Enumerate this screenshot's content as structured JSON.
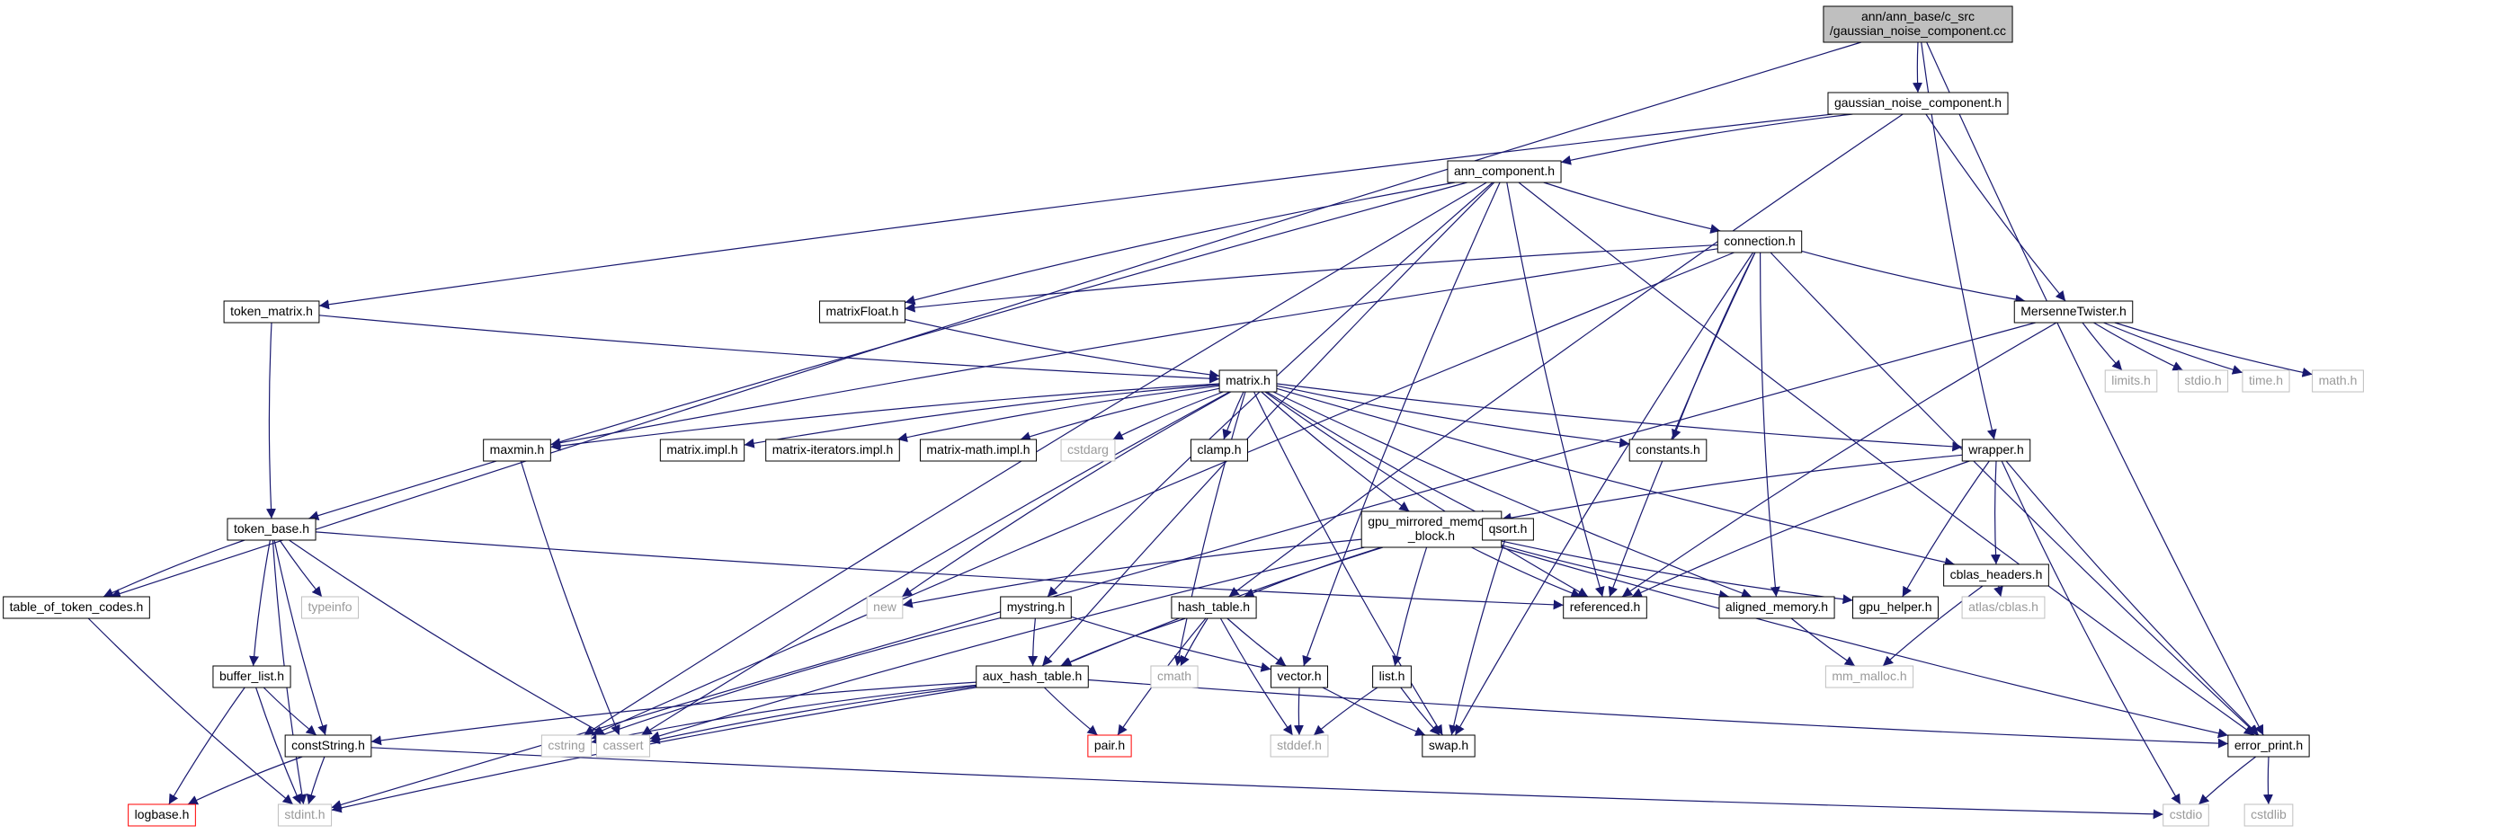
{
  "graph": {
    "colors": {
      "edge": "#191970",
      "node_border": "#000000",
      "node_border_external": "#bfbfbf",
      "node_border_missing": "#ff0000",
      "node_fill": "#ffffff",
      "node_fill_root": "#bfbfbf",
      "text": "#000000",
      "text_external": "#9a9a9a"
    },
    "nodes": [
      {
        "id": "root",
        "lines": [
          "ann/ann_base/c_src",
          "/gaussian_noise_component.cc"
        ],
        "kind": "root"
      },
      {
        "id": "gnc_h",
        "lines": [
          "gaussian_noise_component.h"
        ],
        "kind": "normal"
      },
      {
        "id": "ann_component",
        "lines": [
          "ann_component.h"
        ],
        "kind": "normal"
      },
      {
        "id": "connection",
        "lines": [
          "connection.h"
        ],
        "kind": "normal"
      },
      {
        "id": "token_matrix",
        "lines": [
          "token_matrix.h"
        ],
        "kind": "normal"
      },
      {
        "id": "matrixFloat",
        "lines": [
          "matrixFloat.h"
        ],
        "kind": "normal"
      },
      {
        "id": "mersenne",
        "lines": [
          "MersenneTwister.h"
        ],
        "kind": "normal"
      },
      {
        "id": "matrix",
        "lines": [
          "matrix.h"
        ],
        "kind": "normal"
      },
      {
        "id": "limits",
        "lines": [
          "limits.h"
        ],
        "kind": "external"
      },
      {
        "id": "stdio_h",
        "lines": [
          "stdio.h"
        ],
        "kind": "external"
      },
      {
        "id": "time_h",
        "lines": [
          "time.h"
        ],
        "kind": "external"
      },
      {
        "id": "math_h",
        "lines": [
          "math.h"
        ],
        "kind": "external"
      },
      {
        "id": "maxmin",
        "lines": [
          "maxmin.h"
        ],
        "kind": "normal"
      },
      {
        "id": "matrix_impl",
        "lines": [
          "matrix.impl.h"
        ],
        "kind": "normal"
      },
      {
        "id": "matrix_iter",
        "lines": [
          "matrix-iterators.impl.h"
        ],
        "kind": "normal"
      },
      {
        "id": "matrix_math",
        "lines": [
          "matrix-math.impl.h"
        ],
        "kind": "normal"
      },
      {
        "id": "cstdarg",
        "lines": [
          "cstdarg"
        ],
        "kind": "external"
      },
      {
        "id": "clamp",
        "lines": [
          "clamp.h"
        ],
        "kind": "normal"
      },
      {
        "id": "constants",
        "lines": [
          "constants.h"
        ],
        "kind": "normal"
      },
      {
        "id": "wrapper",
        "lines": [
          "wrapper.h"
        ],
        "kind": "normal"
      },
      {
        "id": "token_base",
        "lines": [
          "token_base.h"
        ],
        "kind": "normal"
      },
      {
        "id": "gpu_mirrored",
        "lines": [
          "gpu_mirrored_memory",
          "_block.h"
        ],
        "kind": "normal"
      },
      {
        "id": "qsort",
        "lines": [
          "qsort.h"
        ],
        "kind": "normal"
      },
      {
        "id": "cblas_headers",
        "lines": [
          "cblas_headers.h"
        ],
        "kind": "normal"
      },
      {
        "id": "table_codes",
        "lines": [
          "table_of_token_codes.h"
        ],
        "kind": "normal"
      },
      {
        "id": "typeinfo",
        "lines": [
          "typeinfo"
        ],
        "kind": "external"
      },
      {
        "id": "new_h",
        "lines": [
          "new"
        ],
        "kind": "external"
      },
      {
        "id": "mystring",
        "lines": [
          "mystring.h"
        ],
        "kind": "normal"
      },
      {
        "id": "hash_table",
        "lines": [
          "hash_table.h"
        ],
        "kind": "normal"
      },
      {
        "id": "referenced",
        "lines": [
          "referenced.h"
        ],
        "kind": "normal"
      },
      {
        "id": "aligned_memory",
        "lines": [
          "aligned_memory.h"
        ],
        "kind": "normal"
      },
      {
        "id": "gpu_helper",
        "lines": [
          "gpu_helper.h"
        ],
        "kind": "normal"
      },
      {
        "id": "atlas_cblas",
        "lines": [
          "atlas/cblas.h"
        ],
        "kind": "external"
      },
      {
        "id": "buffer_list",
        "lines": [
          "buffer_list.h"
        ],
        "kind": "normal"
      },
      {
        "id": "aux_hash",
        "lines": [
          "aux_hash_table.h"
        ],
        "kind": "normal"
      },
      {
        "id": "cmath",
        "lines": [
          "cmath"
        ],
        "kind": "external"
      },
      {
        "id": "vector_h",
        "lines": [
          "vector.h"
        ],
        "kind": "normal"
      },
      {
        "id": "list_h",
        "lines": [
          "list.h"
        ],
        "kind": "normal"
      },
      {
        "id": "mm_malloc",
        "lines": [
          "mm_malloc.h"
        ],
        "kind": "external"
      },
      {
        "id": "conststring",
        "lines": [
          "constString.h"
        ],
        "kind": "normal"
      },
      {
        "id": "cstring",
        "lines": [
          "cstring"
        ],
        "kind": "external"
      },
      {
        "id": "cassert",
        "lines": [
          "cassert"
        ],
        "kind": "external"
      },
      {
        "id": "pair",
        "lines": [
          "pair.h"
        ],
        "kind": "missing"
      },
      {
        "id": "stddef",
        "lines": [
          "stddef.h"
        ],
        "kind": "external"
      },
      {
        "id": "swap",
        "lines": [
          "swap.h"
        ],
        "kind": "normal"
      },
      {
        "id": "error_print",
        "lines": [
          "error_print.h"
        ],
        "kind": "normal"
      },
      {
        "id": "logbase",
        "lines": [
          "logbase.h"
        ],
        "kind": "missing"
      },
      {
        "id": "stdint",
        "lines": [
          "stdint.h"
        ],
        "kind": "external"
      },
      {
        "id": "cstdio",
        "lines": [
          "cstdio"
        ],
        "kind": "external"
      },
      {
        "id": "cstdlib",
        "lines": [
          "cstdlib"
        ],
        "kind": "external"
      }
    ],
    "edges": [
      [
        "root",
        "gnc_h"
      ],
      [
        "root",
        "table_codes"
      ],
      [
        "root",
        "wrapper"
      ],
      [
        "root",
        "error_print"
      ],
      [
        "gnc_h",
        "ann_component"
      ],
      [
        "gnc_h",
        "token_matrix"
      ],
      [
        "gnc_h",
        "mersenne"
      ],
      [
        "gnc_h",
        "hash_table"
      ],
      [
        "ann_component",
        "connection"
      ],
      [
        "ann_component",
        "matrixFloat"
      ],
      [
        "ann_component",
        "token_base"
      ],
      [
        "ann_component",
        "cstring"
      ],
      [
        "ann_component",
        "aux_hash"
      ],
      [
        "ann_component",
        "mystring"
      ],
      [
        "ann_component",
        "vector_h"
      ],
      [
        "ann_component",
        "referenced"
      ],
      [
        "ann_component",
        "error_print"
      ],
      [
        "connection",
        "matrixFloat"
      ],
      [
        "connection",
        "mersenne"
      ],
      [
        "connection",
        "maxmin"
      ],
      [
        "connection",
        "cstring"
      ],
      [
        "connection",
        "constants"
      ],
      [
        "connection",
        "referenced"
      ],
      [
        "connection",
        "aligned_memory"
      ],
      [
        "connection",
        "swap"
      ],
      [
        "connection",
        "error_print"
      ],
      [
        "token_matrix",
        "matrix"
      ],
      [
        "token_matrix",
        "token_base"
      ],
      [
        "matrixFloat",
        "matrix"
      ],
      [
        "mersenne",
        "limits"
      ],
      [
        "mersenne",
        "stdio_h"
      ],
      [
        "mersenne",
        "time_h"
      ],
      [
        "mersenne",
        "math_h"
      ],
      [
        "mersenne",
        "referenced"
      ],
      [
        "mersenne",
        "stdint"
      ],
      [
        "matrix",
        "maxmin"
      ],
      [
        "matrix",
        "matrix_impl"
      ],
      [
        "matrix",
        "matrix_iter"
      ],
      [
        "matrix",
        "matrix_math"
      ],
      [
        "matrix",
        "cstdarg"
      ],
      [
        "matrix",
        "clamp"
      ],
      [
        "matrix",
        "constants"
      ],
      [
        "matrix",
        "wrapper"
      ],
      [
        "matrix",
        "gpu_mirrored"
      ],
      [
        "matrix",
        "qsort"
      ],
      [
        "matrix",
        "cblas_headers"
      ],
      [
        "matrix",
        "new_h"
      ],
      [
        "matrix",
        "cassert"
      ],
      [
        "matrix",
        "cmath"
      ],
      [
        "matrix",
        "referenced"
      ],
      [
        "matrix",
        "aligned_memory"
      ],
      [
        "matrix",
        "swap"
      ],
      [
        "maxmin",
        "cassert"
      ],
      [
        "wrapper",
        "gpu_mirrored"
      ],
      [
        "wrapper",
        "cblas_headers"
      ],
      [
        "wrapper",
        "gpu_helper"
      ],
      [
        "wrapper",
        "referenced"
      ],
      [
        "wrapper",
        "error_print"
      ],
      [
        "wrapper",
        "cstdio"
      ],
      [
        "token_base",
        "table_codes"
      ],
      [
        "token_base",
        "typeinfo"
      ],
      [
        "token_base",
        "buffer_list"
      ],
      [
        "token_base",
        "conststring"
      ],
      [
        "token_base",
        "stdint"
      ],
      [
        "token_base",
        "cassert"
      ],
      [
        "token_base",
        "referenced"
      ],
      [
        "gpu_mirrored",
        "new_h"
      ],
      [
        "gpu_mirrored",
        "hash_table"
      ],
      [
        "gpu_mirrored",
        "list_h"
      ],
      [
        "gpu_mirrored",
        "referenced"
      ],
      [
        "gpu_mirrored",
        "aligned_memory"
      ],
      [
        "gpu_mirrored",
        "gpu_helper"
      ],
      [
        "gpu_mirrored",
        "aux_hash"
      ],
      [
        "gpu_mirrored",
        "cassert"
      ],
      [
        "gpu_mirrored",
        "error_print"
      ],
      [
        "qsort",
        "swap"
      ],
      [
        "cblas_headers",
        "atlas_cblas"
      ],
      [
        "cblas_headers",
        "mm_malloc"
      ],
      [
        "table_codes",
        "stdint"
      ],
      [
        "mystring",
        "aux_hash"
      ],
      [
        "mystring",
        "vector_h"
      ],
      [
        "mystring",
        "cstring"
      ],
      [
        "hash_table",
        "aux_hash"
      ],
      [
        "hash_table",
        "vector_h"
      ],
      [
        "hash_table",
        "cmath"
      ],
      [
        "hash_table",
        "pair"
      ],
      [
        "hash_table",
        "stddef"
      ],
      [
        "aligned_memory",
        "mm_malloc"
      ],
      [
        "buffer_list",
        "conststring"
      ],
      [
        "buffer_list",
        "logbase"
      ],
      [
        "buffer_list",
        "stdint"
      ],
      [
        "aux_hash",
        "conststring"
      ],
      [
        "aux_hash",
        "cstring"
      ],
      [
        "aux_hash",
        "cassert"
      ],
      [
        "aux_hash",
        "pair"
      ],
      [
        "aux_hash",
        "stdint"
      ],
      [
        "aux_hash",
        "error_print"
      ],
      [
        "vector_h",
        "stddef"
      ],
      [
        "vector_h",
        "swap"
      ],
      [
        "list_h",
        "stddef"
      ],
      [
        "list_h",
        "swap"
      ],
      [
        "conststring",
        "logbase"
      ],
      [
        "conststring",
        "stdint"
      ],
      [
        "conststring",
        "cstdio"
      ],
      [
        "error_print",
        "cstdio"
      ],
      [
        "error_print",
        "cstdlib"
      ]
    ]
  }
}
